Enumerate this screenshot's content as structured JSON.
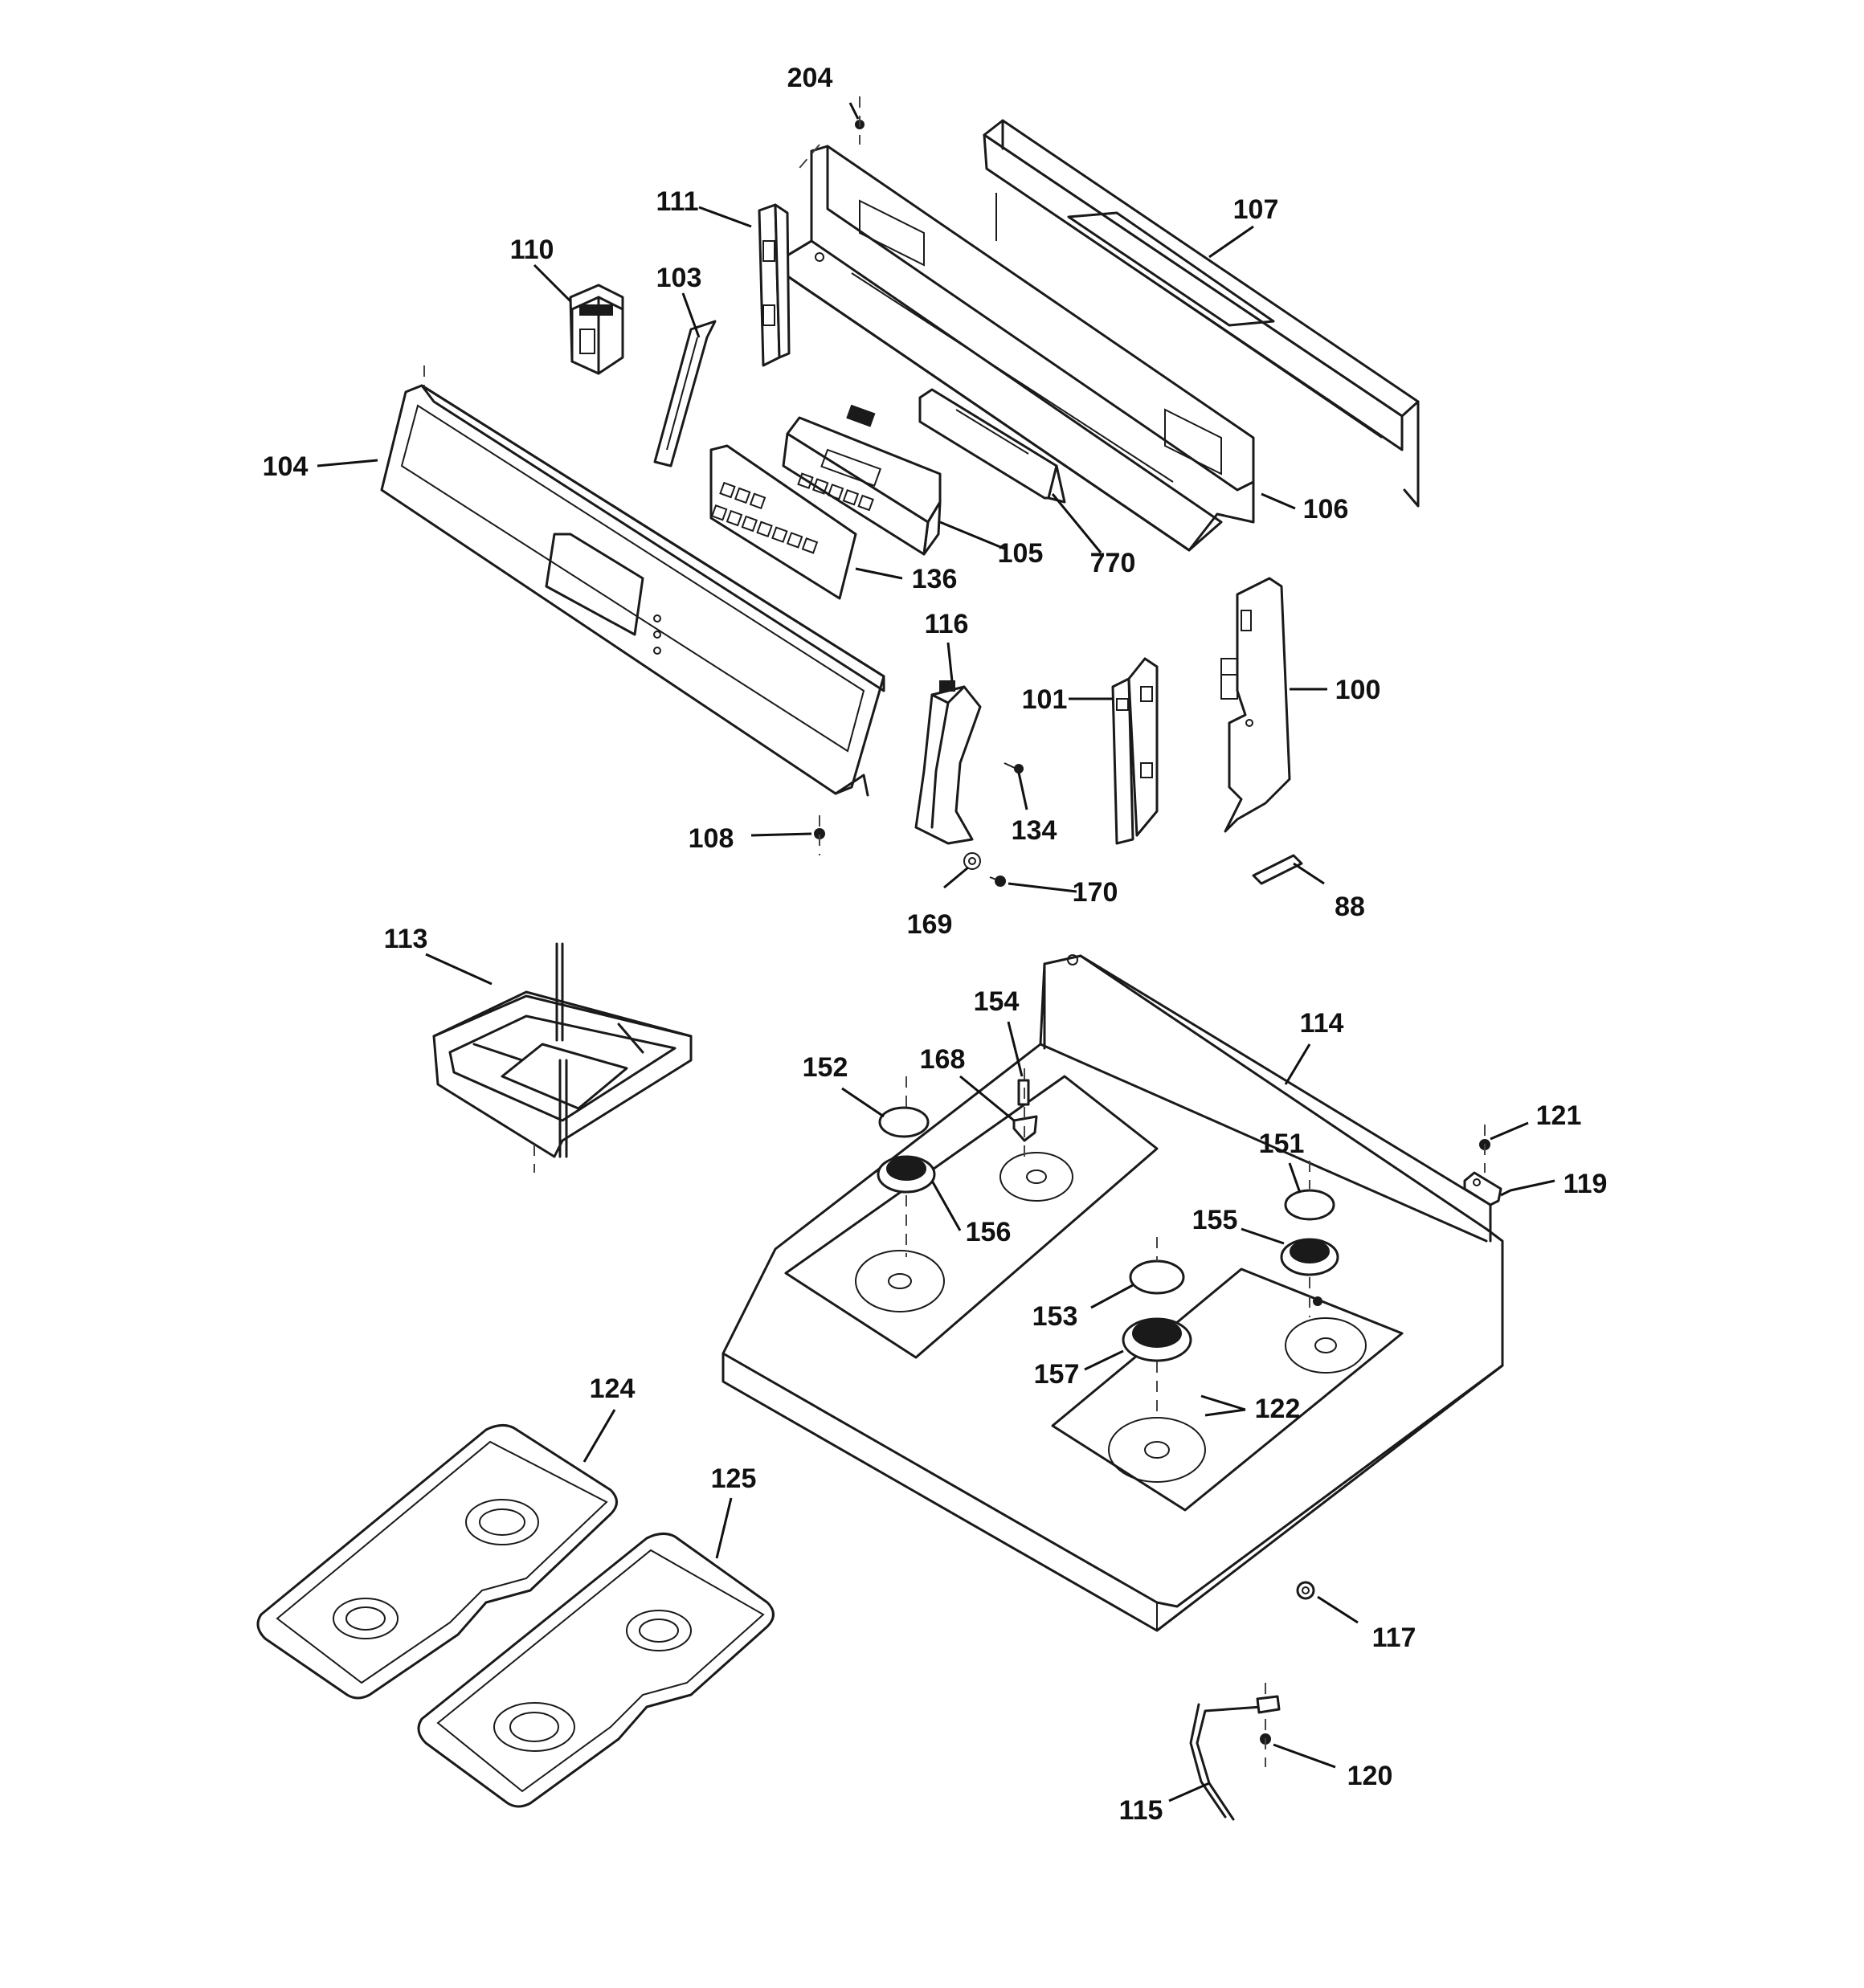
{
  "callouts": [
    {
      "id": "c204",
      "text": "204"
    },
    {
      "id": "c111",
      "text": "111"
    },
    {
      "id": "c107",
      "text": "107"
    },
    {
      "id": "c110",
      "text": "110"
    },
    {
      "id": "c103",
      "text": "103"
    },
    {
      "id": "c104",
      "text": "104"
    },
    {
      "id": "c106",
      "text": "106"
    },
    {
      "id": "c105",
      "text": "105"
    },
    {
      "id": "c770",
      "text": "770"
    },
    {
      "id": "c136",
      "text": "136"
    },
    {
      "id": "c116",
      "text": "116"
    },
    {
      "id": "c101",
      "text": "101"
    },
    {
      "id": "c100",
      "text": "100"
    },
    {
      "id": "c134",
      "text": "134"
    },
    {
      "id": "c108",
      "text": "108"
    },
    {
      "id": "c170",
      "text": "170"
    },
    {
      "id": "c169",
      "text": "169"
    },
    {
      "id": "c88",
      "text": "88"
    },
    {
      "id": "c113",
      "text": "113"
    },
    {
      "id": "c154",
      "text": "154"
    },
    {
      "id": "c114",
      "text": "114"
    },
    {
      "id": "c152",
      "text": "152"
    },
    {
      "id": "c168",
      "text": "168"
    },
    {
      "id": "c121",
      "text": "121"
    },
    {
      "id": "c151",
      "text": "151"
    },
    {
      "id": "c119",
      "text": "119"
    },
    {
      "id": "c156",
      "text": "156"
    },
    {
      "id": "c155",
      "text": "155"
    },
    {
      "id": "c153",
      "text": "153"
    },
    {
      "id": "c157",
      "text": "157"
    },
    {
      "id": "c122",
      "text": "122"
    },
    {
      "id": "c124",
      "text": "124"
    },
    {
      "id": "c125",
      "text": "125"
    },
    {
      "id": "c117",
      "text": "117"
    },
    {
      "id": "c120",
      "text": "120"
    },
    {
      "id": "c115",
      "text": "115"
    }
  ]
}
